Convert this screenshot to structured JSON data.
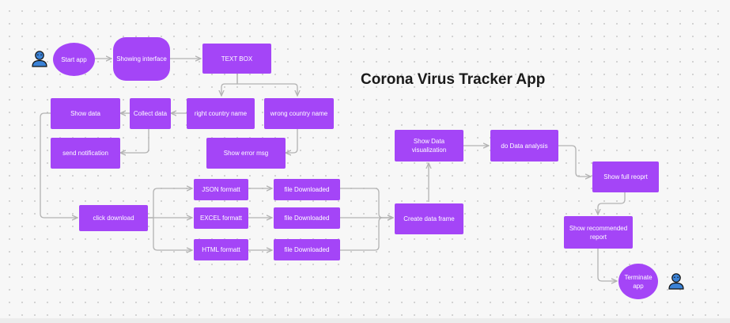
{
  "title": "Corona Virus Tracker App",
  "colors": {
    "node_fill": "#a445f7",
    "edge": "#b3b3b3",
    "user_icon": "#3b82d6"
  },
  "nodes": {
    "start_app": "Start app",
    "showing_interface": "Showing interface",
    "text_box": "TEXT BOX",
    "right_country": "right country name",
    "wrong_country": "wrong country name",
    "collect_data": "Collect data",
    "show_data": "Show data",
    "send_notification": "send notification",
    "show_error": "Show error msg",
    "click_download": "click  download",
    "json_format": "JSON formatt",
    "excel_format": "EXCEL formatt",
    "html_format": "HTML formatt",
    "file_downloaded_1": "file Downloaded",
    "file_downloaded_2": "file Downloaded",
    "file_downloaded_3": "file Downloaded",
    "create_data_frame": "Create data frame",
    "show_data_viz": "Show Data visualization",
    "do_data_analysis": "do Data analysis",
    "show_full_report": "Show full reoprt",
    "show_recommended_report": "Show recommended report",
    "terminate_app": "Terminate app"
  }
}
